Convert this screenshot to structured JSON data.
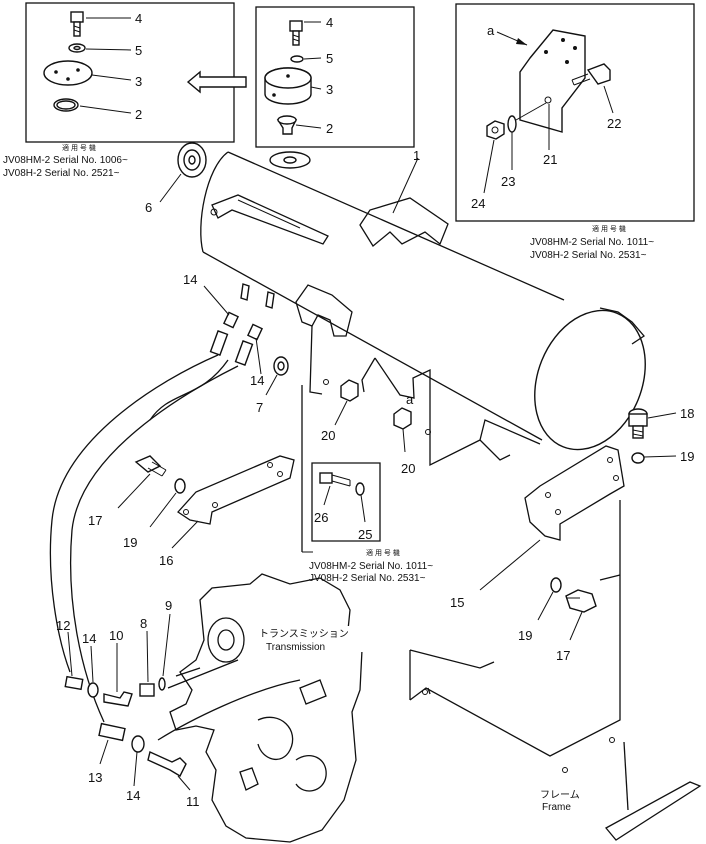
{
  "callouts": {
    "c1": "1",
    "c2a": "2",
    "c2b": "2",
    "c3a": "3",
    "c3b": "3",
    "c4a": "4",
    "c4b": "4",
    "c5a": "5",
    "c5b": "5",
    "c6": "6",
    "c7": "7",
    "c8": "8",
    "c9": "9",
    "c10": "10",
    "c11": "11",
    "c12": "12",
    "c13": "13",
    "c14a": "14",
    "c14b": "14",
    "c14c": "14",
    "c14d": "14",
    "c15": "15",
    "c16": "16",
    "c17a": "17",
    "c17b": "17",
    "c18": "18",
    "c19a": "19",
    "c19b": "19",
    "c19c": "19",
    "c20a": "20",
    "c20b": "20",
    "c21": "21",
    "c22": "22",
    "c23": "23",
    "c24": "24",
    "c25": "25",
    "c26": "26",
    "ca1": "a",
    "ca2": "a"
  },
  "serial_notes": {
    "heading": "適 用 号 機",
    "top_left": [
      "JV08HM-2  Serial No. 1006~",
      "JV08H-2   Serial No. 2521~"
    ],
    "top_right": [
      "JV08HM-2  Serial No. 1011~",
      "JV08H-2   Serial No. 2531~"
    ],
    "middle": [
      "JV08HM-2  Serial No. 1011~",
      "JV08H-2   Serial No. 2531~"
    ]
  },
  "labels": {
    "transmission_jp": "トランスミッション",
    "transmission": "Transmission",
    "frame_jp": "フレーム",
    "frame": "Frame"
  }
}
